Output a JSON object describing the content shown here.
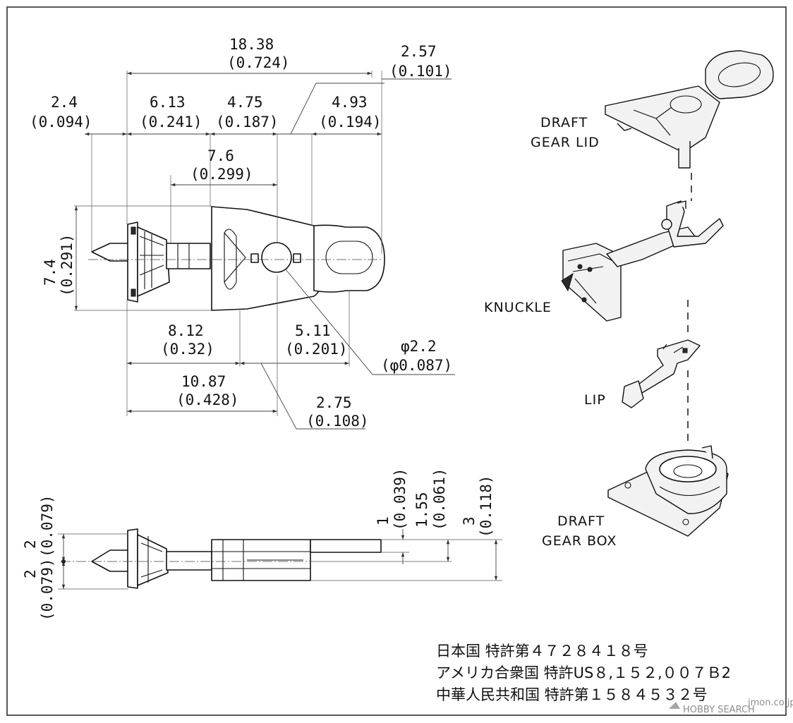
{
  "dimensions": {
    "top": [
      {
        "mm": "18.38",
        "inch": "(0.724)"
      },
      {
        "mm": "2.57",
        "inch": "(0.101)"
      },
      {
        "mm": "2.4",
        "inch": "(0.094)"
      },
      {
        "mm": "6.13",
        "inch": "(0.241)"
      },
      {
        "mm": "4.75",
        "inch": "(0.187)"
      },
      {
        "mm": "4.93",
        "inch": "(0.194)"
      },
      {
        "mm": "7.6",
        "inch": "(0.299)"
      }
    ],
    "height_left": {
      "mm": "7.4",
      "inch": "(0.291)"
    },
    "bottom": [
      {
        "mm": "8.12",
        "inch": "(0.32)"
      },
      {
        "mm": "5.11",
        "inch": "(0.201)"
      },
      {
        "mm": "10.87",
        "inch": "(0.428)"
      },
      {
        "mm": "2.75",
        "inch": "(0.108)"
      }
    ],
    "diameter": {
      "mm": "φ2.2",
      "inch": "(φ0.087)"
    },
    "side_right": [
      {
        "mm": "1",
        "inch": "(0.039)"
      },
      {
        "mm": "1.55",
        "inch": "(0.061)"
      },
      {
        "mm": "3",
        "inch": "(0.118)"
      }
    ],
    "side_left": [
      {
        "mm": "2",
        "inch": "(0.079)"
      },
      {
        "mm": "2",
        "inch": "(0.079)"
      }
    ]
  },
  "parts": {
    "draft_gear_lid": [
      "DRAFT",
      "GEAR LID"
    ],
    "knuckle": "KNUCKLE",
    "lip": "LIP",
    "draft_gear_box": [
      "DRAFT",
      "GEAR BOX"
    ]
  },
  "patents": [
    "日本国 特許第４７２８４１８号",
    "アメリカ合衆国 特許US８,１５２,００７Ｂ2",
    "中華人民共和国 特許第１５８４５３２号"
  ],
  "watermark": {
    "logo": "HOBBY SEARCH",
    "url": "jmon.co.jp"
  }
}
